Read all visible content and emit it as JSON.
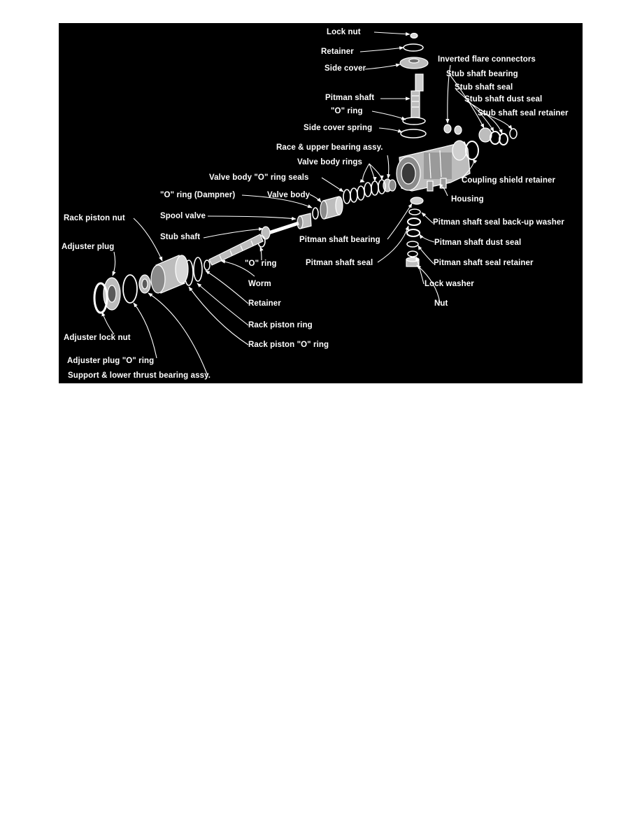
{
  "colors": {
    "background": "#000000",
    "ink": "#ffffff",
    "part_fill": "#bdbdbd",
    "part_shade": "#6f6f6f"
  },
  "labels": {
    "lock_nut": "Lock nut",
    "retainer_top": "Retainer",
    "side_cover": "Side cover",
    "pitman_shaft": "Pitman shaft",
    "o_ring_top": "\"O\" ring",
    "side_cover_spring": "Side cover spring",
    "race_upper_bearing": "Race & upper bearing assy.",
    "valve_body_rings": "Valve body rings",
    "valve_body_o_ring_seals": "Valve body \"O\" ring seals",
    "o_ring_dampner": "\"O\" ring (Dampner)",
    "valve_body": "Valve body",
    "spool_valve": "Spool valve",
    "stub_shaft": "Stub shaft",
    "rack_piston_nut": "Rack piston nut",
    "adjuster_plug": "Adjuster plug",
    "o_ring_worm": "\"O\" ring",
    "worm": "Worm",
    "retainer_worm": "Retainer",
    "rack_piston_ring": "Rack piston ring",
    "rack_piston_o_ring": "Rack piston \"O\" ring",
    "adjuster_lock_nut": "Adjuster lock nut",
    "adjuster_plug_o_ring": "Adjuster plug \"O\" ring",
    "support_lower_thrust": "Support & lower thrust bearing assy.",
    "inverted_flare": "Inverted flare connectors",
    "stub_shaft_bearing": "Stub shaft bearing",
    "stub_shaft_seal": "Stub shaft seal",
    "stub_shaft_dust_seal": "Stub shaft dust seal",
    "stub_shaft_seal_retainer": "Stub shaft seal retainer",
    "coupling_shield_retainer": "Coupling shield retainer",
    "housing": "Housing",
    "pitman_shaft_bearing": "Pitman shaft bearing",
    "pitman_shaft_seal": "Pitman shaft seal",
    "pitman_backup_washer": "Pitman shaft seal back-up washer",
    "pitman_dust_seal": "Pitman shaft dust seal",
    "pitman_seal_retainer": "Pitman shaft seal retainer",
    "lock_washer": "Lock washer",
    "nut": "Nut"
  }
}
